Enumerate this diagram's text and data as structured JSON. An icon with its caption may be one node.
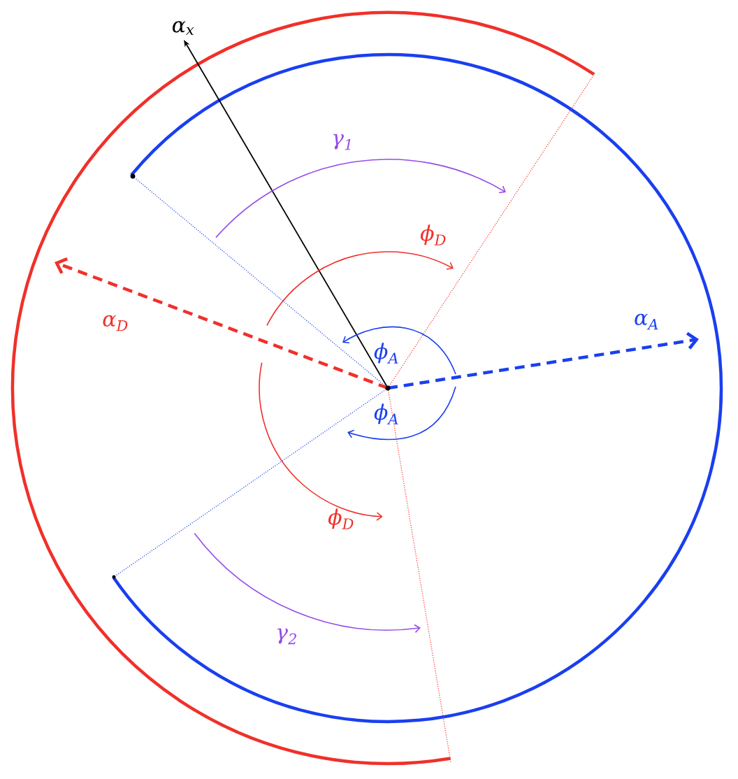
{
  "diagram": {
    "labels": [
      "α$_{x}$",
      "γ$_{1}$",
      "ϕ$_{D}$",
      "α$_{D}$",
      "α$_{A}$",
      "ϕ$_{A}$",
      "ϕ$_{A}$",
      "ϕ$_{D}$",
      "γ$_{2}$"
    ]
  }
}
